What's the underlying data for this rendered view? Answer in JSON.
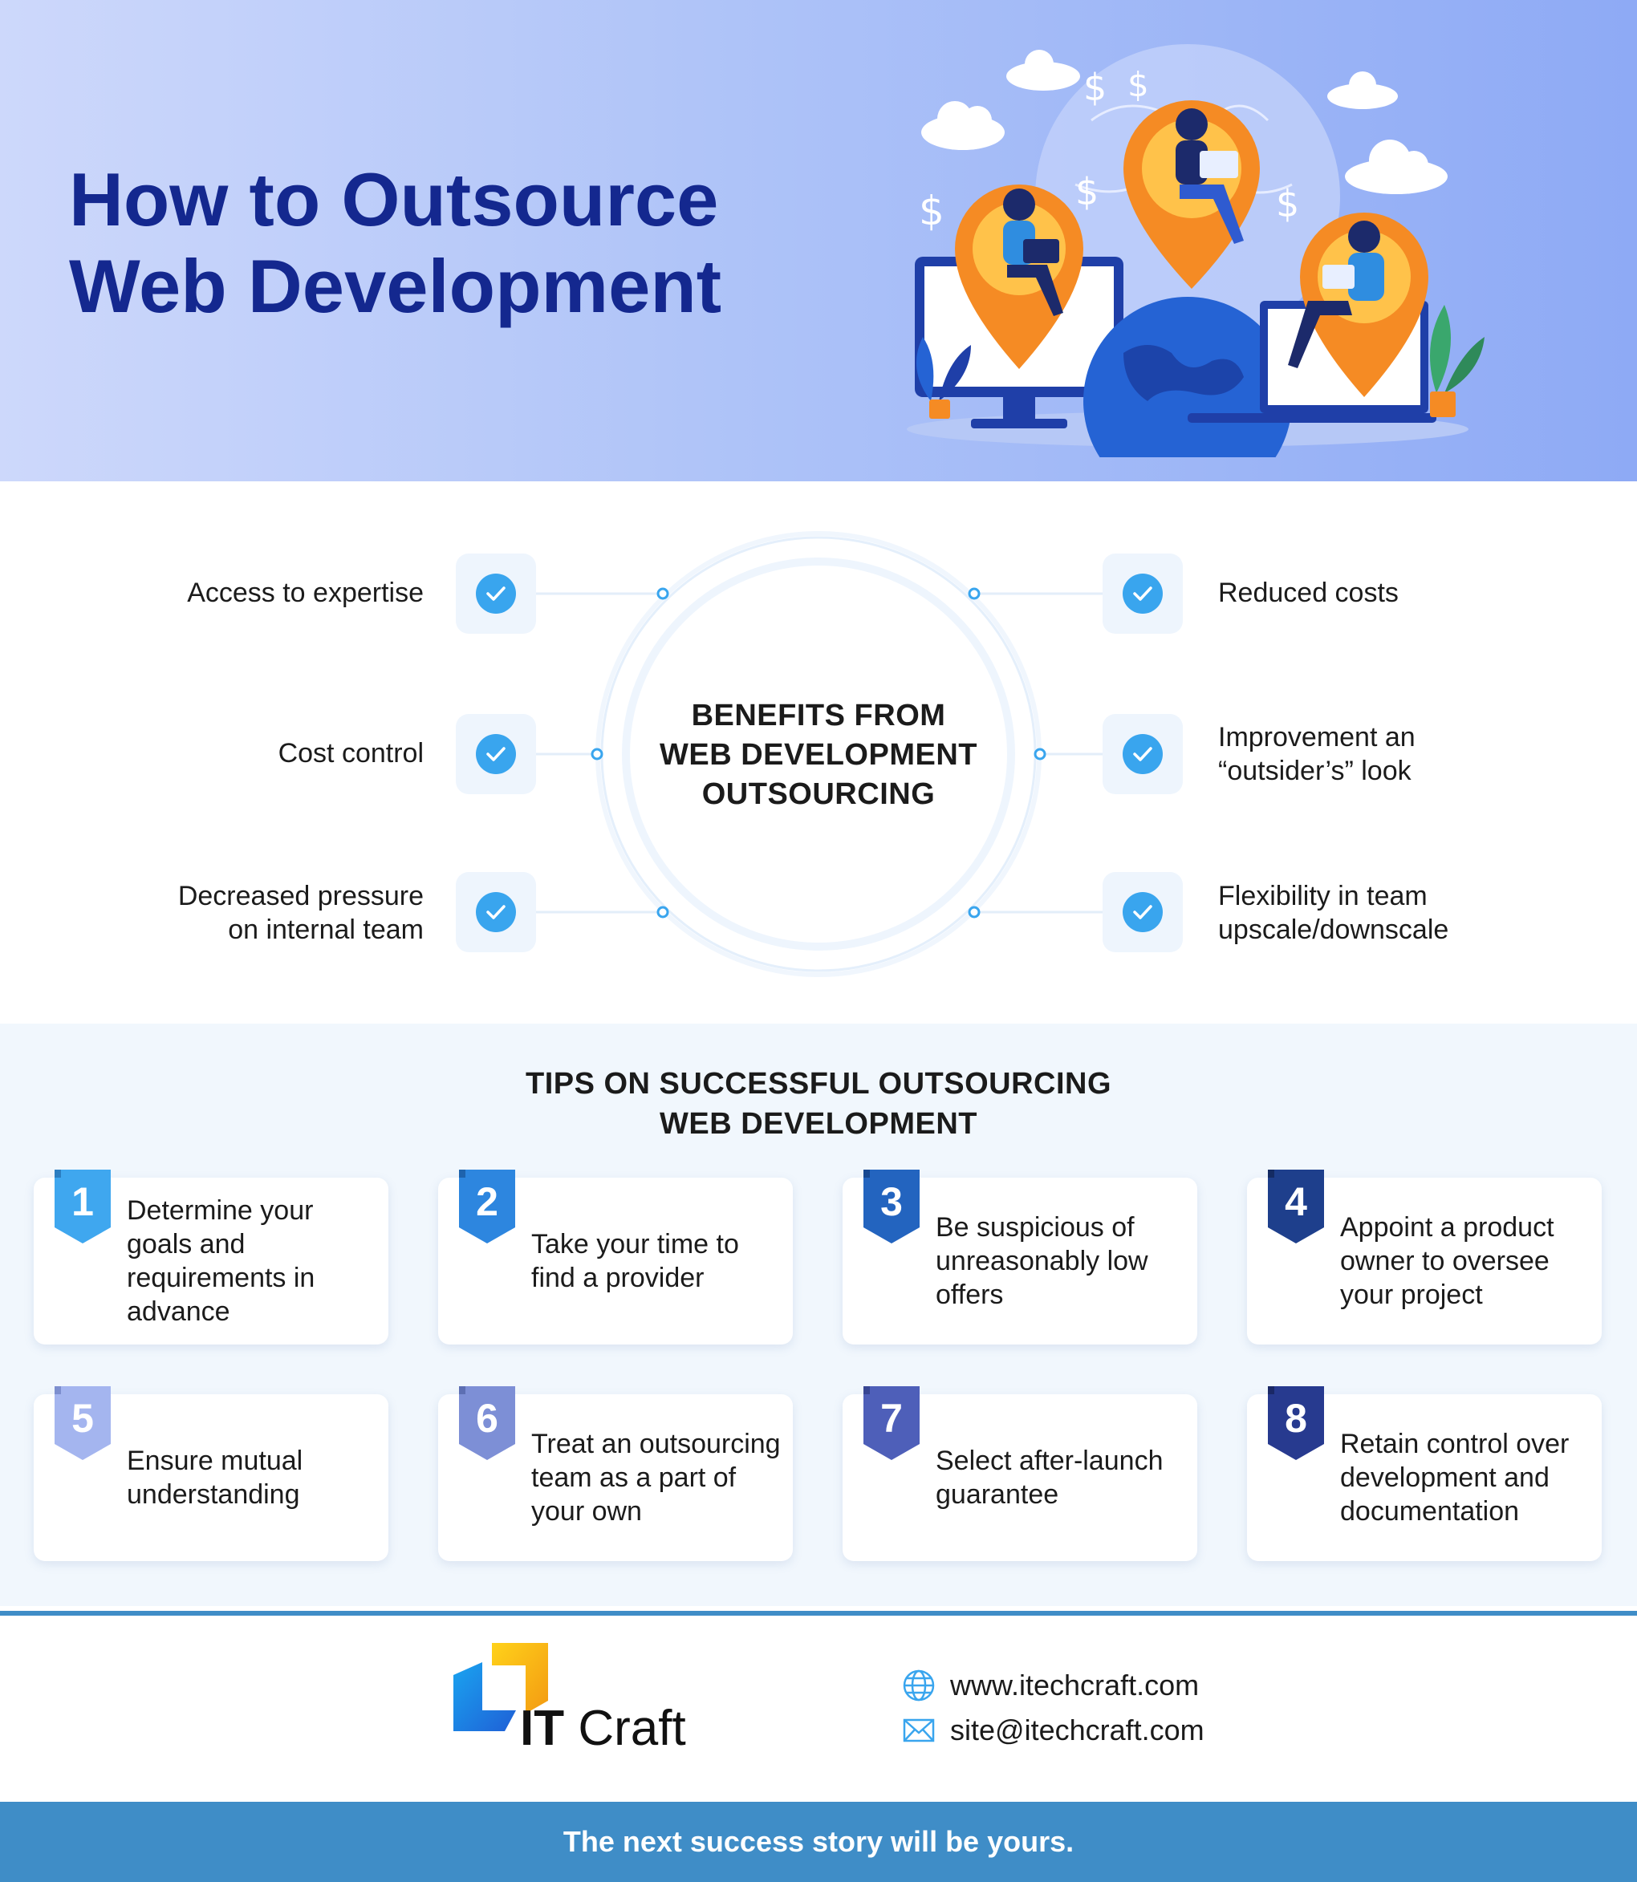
{
  "hero": {
    "title_line1": "How to Outsource",
    "title_line2": "Web Development",
    "illustration_icon": "outsourcing-illustration-icon"
  },
  "benefits": {
    "title_line1": "BENEFITS FROM",
    "title_line2": "WEB DEVELOPMENT",
    "title_line3": "OUTSOURCING",
    "left": [
      {
        "line1": "Access to expertise",
        "line2": ""
      },
      {
        "line1": "Cost control",
        "line2": ""
      },
      {
        "line1": "Decreased pressure",
        "line2": "on internal team"
      }
    ],
    "right": [
      {
        "line1": "Reduced costs",
        "line2": ""
      },
      {
        "line1": "Improvement an",
        "line2": "“outsider’s” look"
      },
      {
        "line1": "Flexibility in team",
        "line2": "upscale/downscale"
      }
    ],
    "check_icon": "check-icon",
    "accent_color": "#39a5ee"
  },
  "tips": {
    "title_line1": "TIPS ON SUCCESSFUL OUTSOURCING",
    "title_line2": "WEB DEVELOPMENT",
    "items": [
      {
        "num": "1",
        "text": "Determine your goals and requirements in advance",
        "color": "#3fa7ef"
      },
      {
        "num": "2",
        "text": "Take your time to find a provider",
        "color": "#2d86df"
      },
      {
        "num": "3",
        "text": "Be suspicious of unreasonably low offers",
        "color": "#2364bf"
      },
      {
        "num": "4",
        "text": "Appoint a product owner to oversee your project",
        "color": "#1e3f8c"
      },
      {
        "num": "5",
        "text": "Ensure mutual understanding",
        "color": "#a4b5ef"
      },
      {
        "num": "6",
        "text": "Treat an outsourcing team as a part of your own",
        "color": "#7d8fd6"
      },
      {
        "num": "7",
        "text": "Select after-launch guarantee",
        "color": "#4e5fb9"
      },
      {
        "num": "8",
        "text": "Retain control over development and documentation",
        "color": "#273a8f"
      }
    ]
  },
  "footer": {
    "logo_bold": "IT",
    "logo_rest": " Craft",
    "website": "www.itechcraft.com",
    "email": "site@itechcraft.com",
    "globe_icon": "globe-icon",
    "mail_icon": "mail-icon",
    "slogan": "The next success story will be yours.",
    "bar_color": "#3f8dc7"
  }
}
